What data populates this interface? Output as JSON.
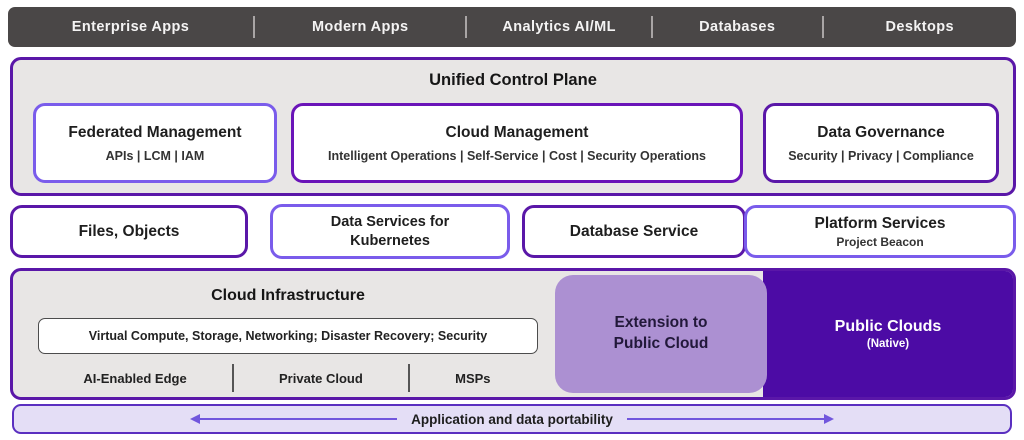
{
  "colors": {
    "top_bar_bg": "#4a4747",
    "panel_bg": "#e8e6e5",
    "border_purple_dark": "#5a17a8",
    "border_purple_vivid": "#6a14b8",
    "border_indigo": "#7a5ceb",
    "public_clouds_bg": "#4c0ba5",
    "extension_bg": "#ac90d2",
    "portability_bg": "#e4def6",
    "arrow_purple": "#7156dd"
  },
  "top_bar": {
    "items": [
      "Enterprise Apps",
      "Modern Apps",
      "Analytics AI/ML",
      "Databases",
      "Desktops"
    ]
  },
  "control_plane": {
    "title": "Unified Control Plane",
    "federated": {
      "title": "Federated Management",
      "subtitle": "APIs | LCM | IAM"
    },
    "cloud_mgmt": {
      "title": "Cloud Management",
      "subtitle": "Intelligent Operations | Self-Service | Cost | Security Operations"
    },
    "governance": {
      "title": "Data Governance",
      "subtitle": "Security | Privacy | Compliance"
    }
  },
  "services": {
    "files_objects": {
      "title": "Files, Objects"
    },
    "data_services_k8s": {
      "title": "Data Services for Kubernetes"
    },
    "database_service": {
      "title": "Database Service"
    },
    "platform_services": {
      "title": "Platform Services",
      "subtitle": "Project Beacon"
    }
  },
  "infrastructure": {
    "title": "Cloud Infrastructure",
    "capabilities": "Virtual Compute, Storage, Networking; Disaster Recovery; Security",
    "deployment_options": [
      "AI-Enabled Edge",
      "Private Cloud",
      "MSPs"
    ],
    "extension": "Extension to Public Cloud",
    "public_clouds_title": "Public Clouds",
    "public_clouds_sub": "(Native)"
  },
  "portability": {
    "label": "Application and data portability"
  }
}
